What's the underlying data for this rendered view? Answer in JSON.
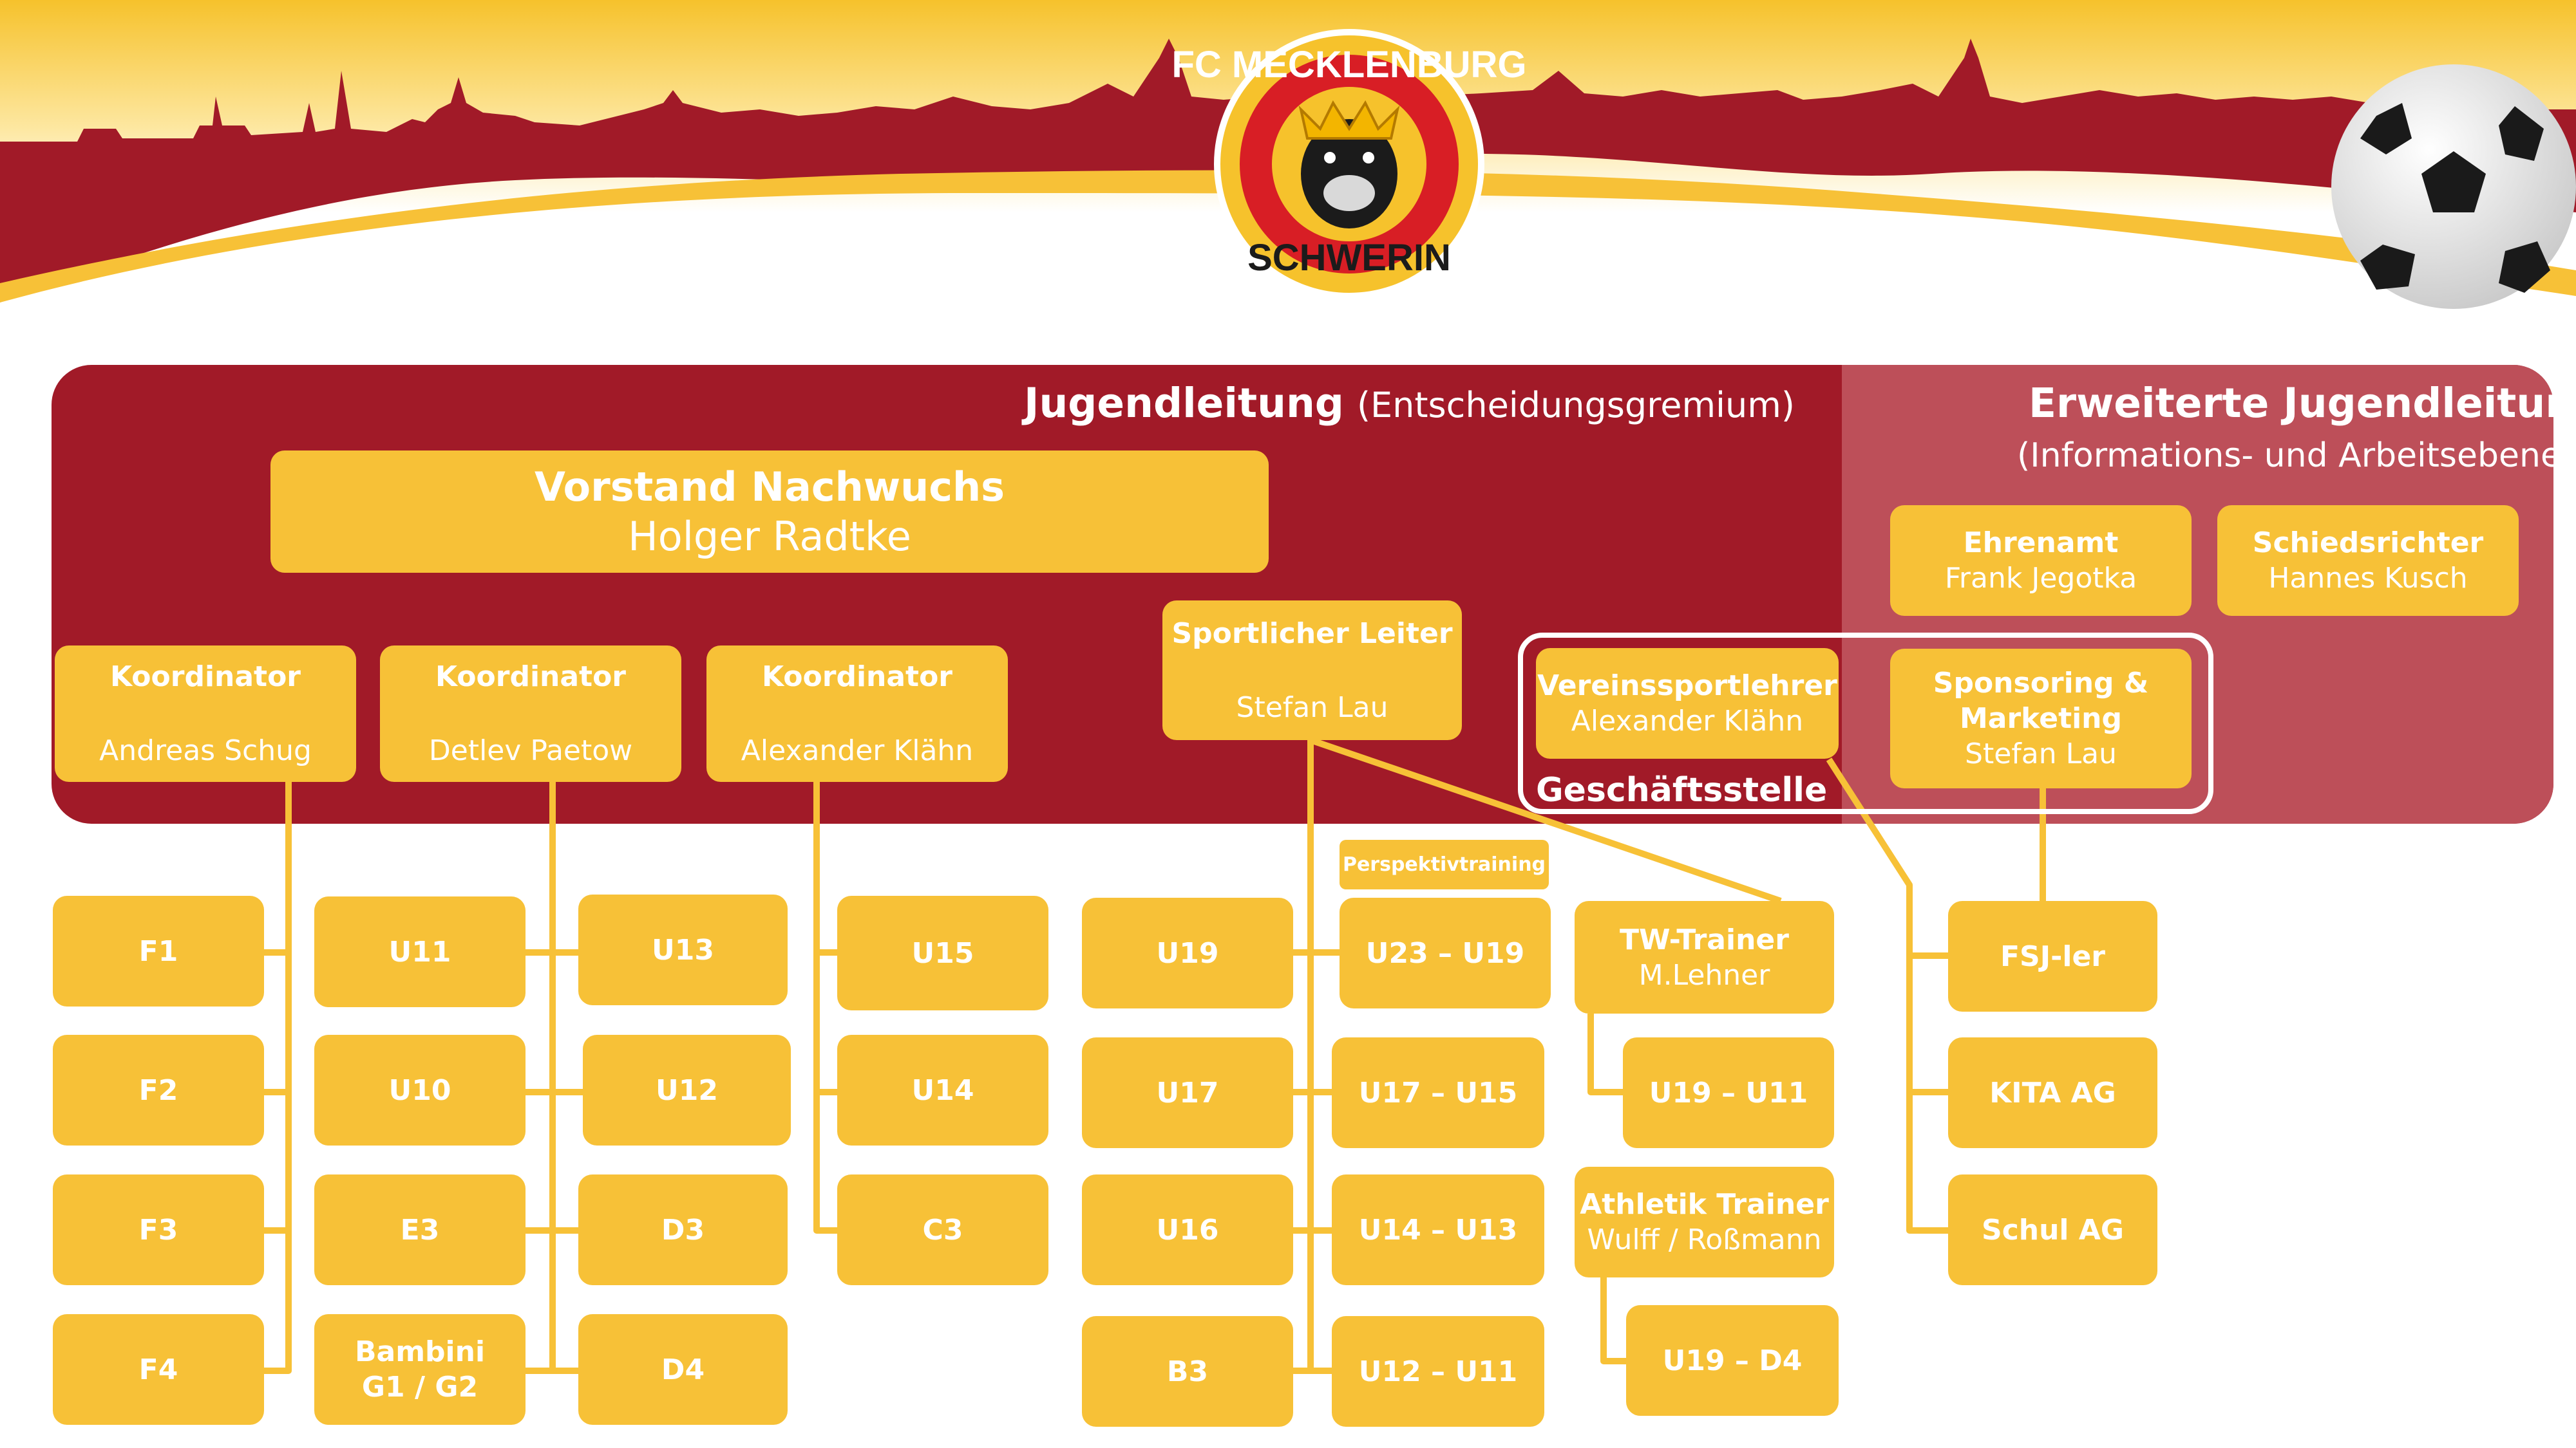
{
  "logo": {
    "top_text": "FC MECKLENBURG",
    "bottom_text": "SCHWERIN"
  },
  "jugendleitung": {
    "title": "Jugendleitung",
    "subtitle": "(Entscheidungsgremium)"
  },
  "erweiterte": {
    "title": "Erweiterte Jugendleitung",
    "subtitle": "(Informations- und Arbeitsebene)"
  },
  "vorstand": {
    "title": "Vorstand Nachwuchs",
    "name": "Holger Radtke"
  },
  "koordinatoren": [
    {
      "title": "Koordinator",
      "name": "Andreas Schug"
    },
    {
      "title": "Koordinator",
      "name": "Detlev Paetow"
    },
    {
      "title": "Koordinator",
      "name": "Alexander Klähn"
    }
  ],
  "sportlicher_leiter": {
    "title": "Sportlicher Leiter",
    "name": "Stefan Lau"
  },
  "vereinssportlehrer": {
    "title": "Vereinssportlehrer",
    "name": "Alexander Klähn"
  },
  "geschaeftsstelle": "Geschäftsstelle",
  "ehrenamt": {
    "title": "Ehrenamt",
    "name": "Frank Jegotka"
  },
  "schiedsrichter": {
    "title": "Schiedsrichter",
    "name": "Hannes Kusch"
  },
  "sponsoring": {
    "title": "Sponsoring &",
    "title2": "Marketing",
    "name": "Stefan Lau"
  },
  "perspektivtraining": "Perspektivtraining",
  "teams_f": [
    "F1",
    "F2",
    "F3",
    "F4"
  ],
  "teams_e_left": [
    "U11",
    "U10",
    "E3",
    "Bambini",
    "G1 / G2"
  ],
  "teams_e_right": [
    "U13",
    "U12",
    "D3",
    "D4"
  ],
  "teams_c": [
    "U15",
    "U14",
    "C3"
  ],
  "teams_b": [
    "U19",
    "U17",
    "U16",
    "B3"
  ],
  "teams_perspektiv": [
    "U23 – U19",
    "U17 – U15",
    "U14 – U13",
    "U12 – U11"
  ],
  "tw_trainer": {
    "title": "TW-Trainer",
    "name": "M.Lehner",
    "range": "U19 – U11"
  },
  "athletik": {
    "title": "Athletik Trainer",
    "name": "Wulff / Roßmann",
    "range": "U19 – D4"
  },
  "extra": [
    "FSJ-ler",
    "KITA AG",
    "Schul AG"
  ],
  "colors": {
    "dark_red": "#a11a28",
    "light_red": "#bd4f59",
    "gold": "#f7c137"
  }
}
